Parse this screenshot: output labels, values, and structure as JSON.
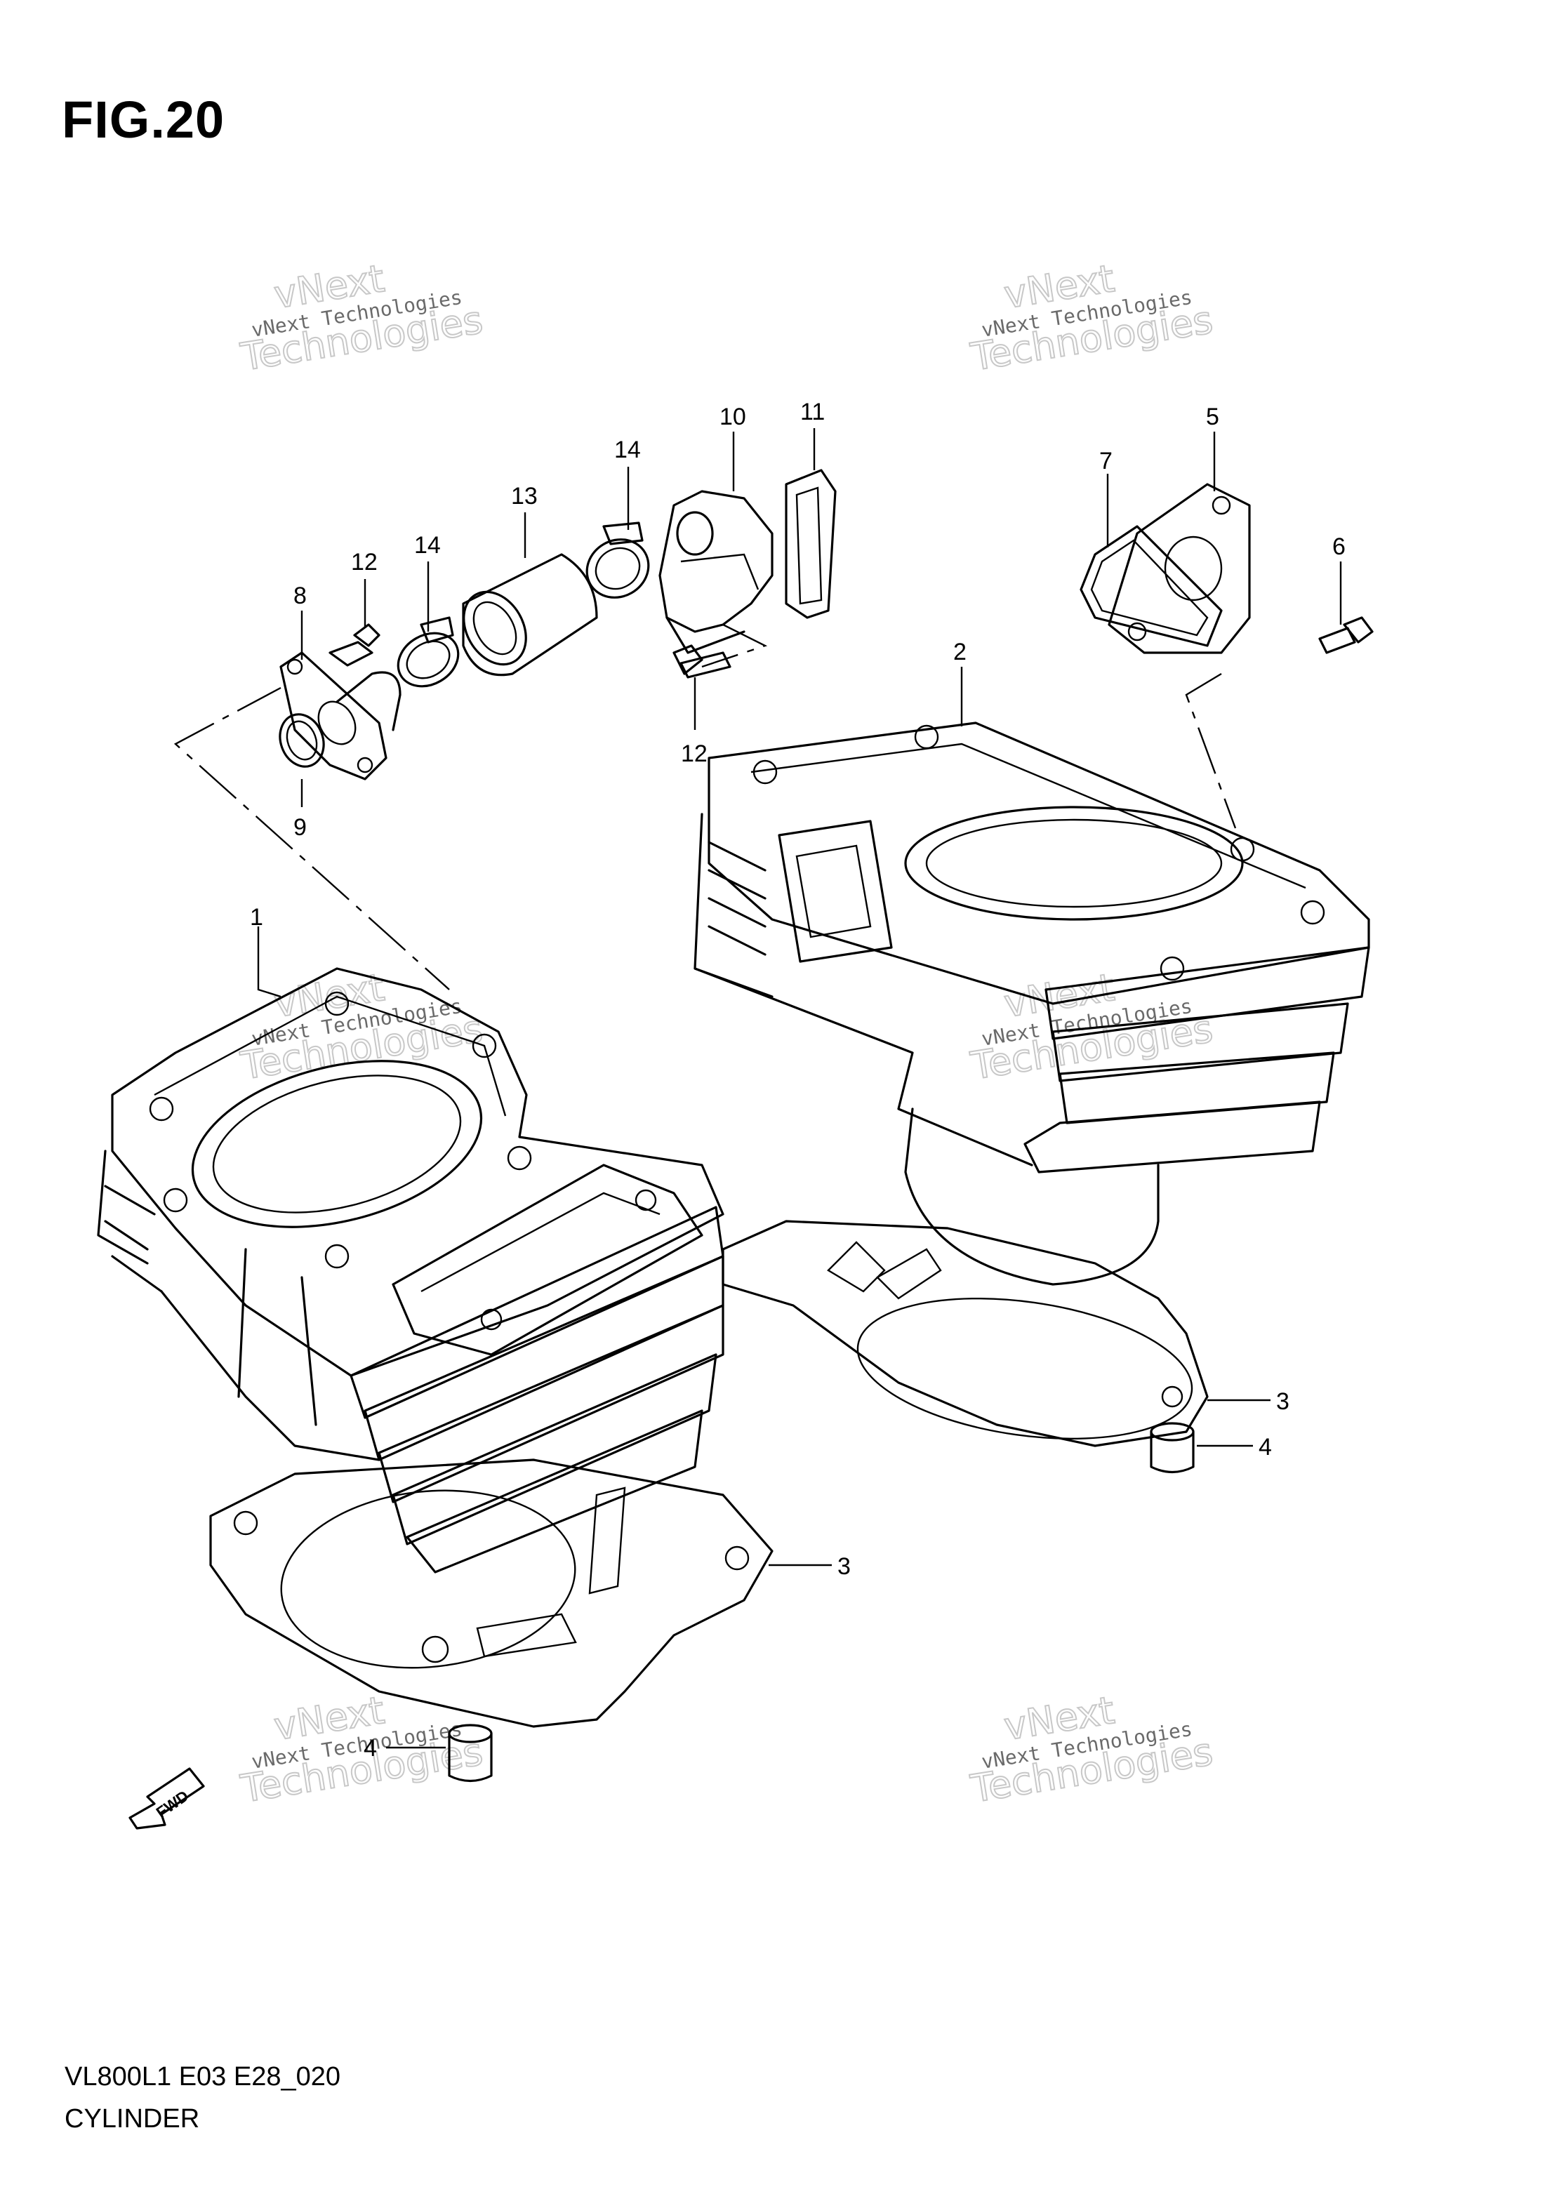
{
  "figure": {
    "title": "FIG.20"
  },
  "footer": {
    "code": "VL800L1 E03 E28_020",
    "name": "CYLINDER"
  },
  "watermark": {
    "line_small": "vNext Technologies",
    "line_big_top": "vNext",
    "line_big_bottom": "Technologies"
  },
  "fwd_label": "FWD",
  "callouts": {
    "c1": "1",
    "c2": "2",
    "c3a": "3",
    "c3b": "3",
    "c4a": "4",
    "c4b": "4",
    "c5": "5",
    "c6": "6",
    "c7": "7",
    "c8": "8",
    "c9": "9",
    "c10": "10",
    "c11": "11",
    "c12a": "12",
    "c12b": "12",
    "c13": "13",
    "c14a": "14",
    "c14b": "14"
  }
}
